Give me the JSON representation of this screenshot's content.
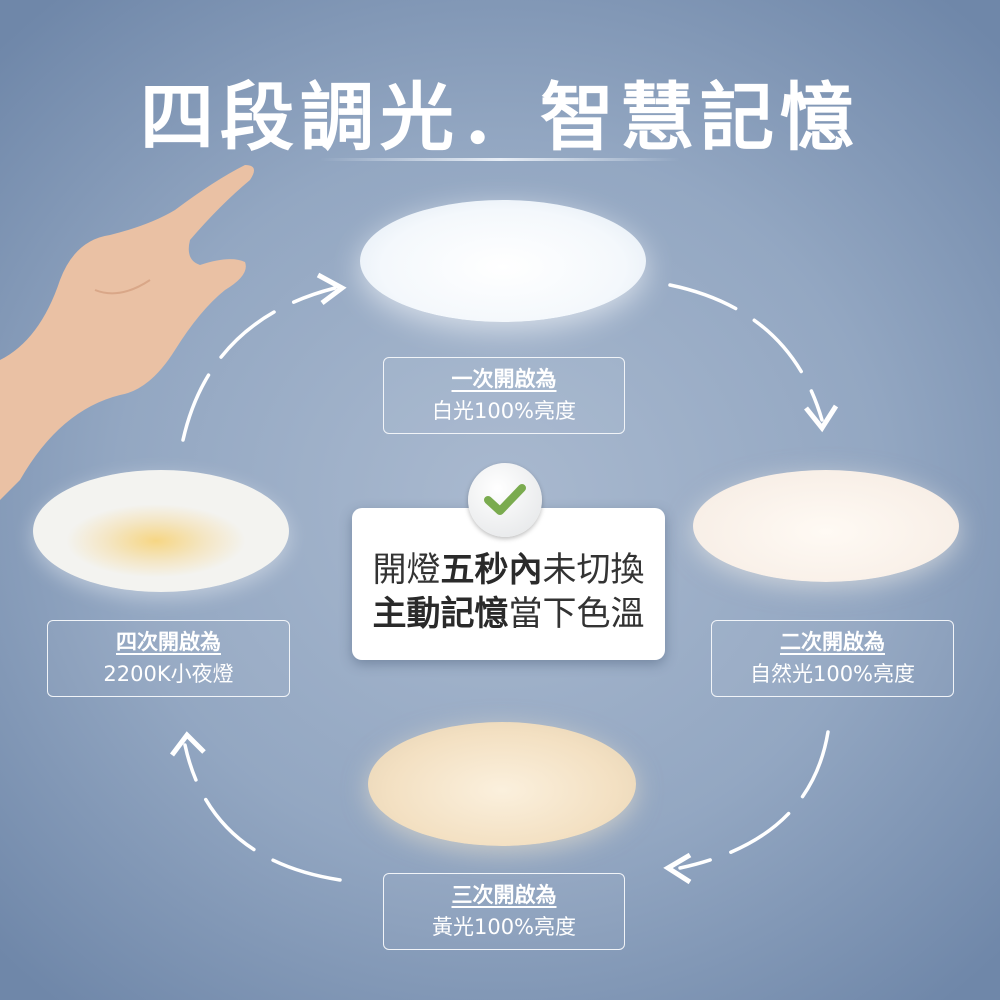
{
  "title": "四段調光．智慧記憶",
  "steps": [
    {
      "line1": "一次開啟為",
      "line2": "白光100%亮度"
    },
    {
      "line1": "二次開啟為",
      "line2": "自然光100%亮度"
    },
    {
      "line1": "三次開啟為",
      "line2": "黃光100%亮度"
    },
    {
      "line1": "四次開啟為",
      "line2": "2200K小夜燈"
    }
  ],
  "center": {
    "l1a": "開燈",
    "l1b": "五秒內",
    "l1c": "未切換",
    "l2a": "主動記憶",
    "l2b": "當下色溫"
  },
  "colors": {
    "check": "#7aab4f",
    "background": "#93a7c2"
  }
}
